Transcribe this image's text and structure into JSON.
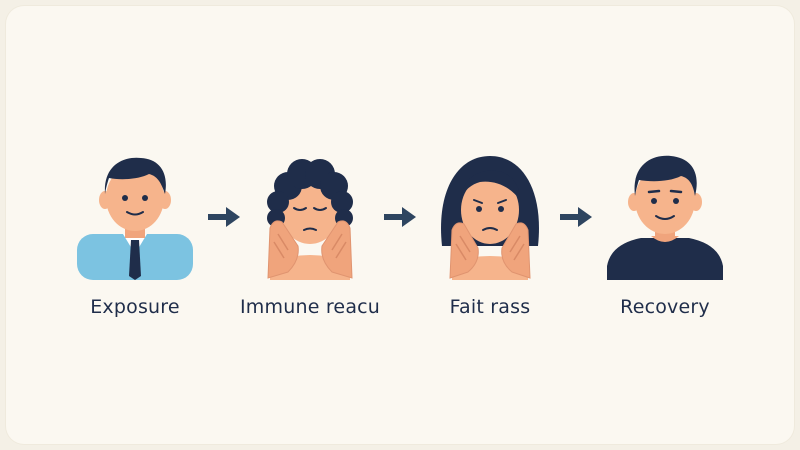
{
  "stages": [
    {
      "label": "Exposure",
      "icon": "person-in-shirt-tie-icon"
    },
    {
      "label": "Immune reacu",
      "icon": "person-hands-on-face-icon"
    },
    {
      "label": "Fait rass",
      "icon": "person-worried-hands-on-cheeks-icon"
    },
    {
      "label": "Recovery",
      "icon": "person-smiling-icon"
    }
  ],
  "connector_icon": "arrow-right-icon",
  "colors": {
    "background": "#fbf8f1",
    "skin": "#f6b48c",
    "hair": "#1f2d4a",
    "shirt_blue": "#7cc3e1",
    "shirt_navy": "#1f2d4a",
    "label": "#1f2d4a",
    "arrow": "#2e4560"
  }
}
